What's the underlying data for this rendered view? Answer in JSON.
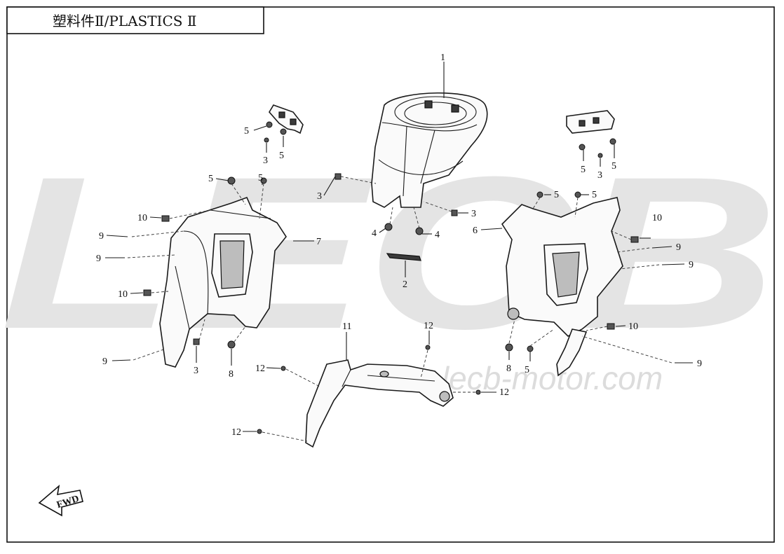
{
  "title": "塑料件Ⅱ/PLASTICS Ⅱ",
  "watermark": {
    "logo": "LECB",
    "url": "www.lecb-motor.com"
  },
  "fwd_label": "FWD",
  "callouts": {
    "c1": "1",
    "c2": "2",
    "c3a": "3",
    "c3b": "3",
    "c3c": "3",
    "c3d": "3",
    "c3e": "3",
    "c4a": "4",
    "c4b": "4",
    "c5a": "5",
    "c5b": "5",
    "c5c": "5",
    "c5d": "5",
    "c5e": "5",
    "c5f": "5",
    "c5g": "5",
    "c5h": "5",
    "c6": "6",
    "c7": "7",
    "c8a": "8",
    "c8b": "8",
    "c9a": "9",
    "c9b": "9",
    "c9c": "9",
    "c9d": "9",
    "c9e": "9",
    "c9f": "9",
    "c10a": "10",
    "c10b": "10",
    "c10c": "10",
    "c10d": "10",
    "c11": "11",
    "c12a": "12",
    "c12b": "12",
    "c12c": "12",
    "c12d": "12"
  },
  "colors": {
    "ink": "#1a1a1a",
    "watermark": "#e4e4e4",
    "paper": "#ffffff"
  }
}
